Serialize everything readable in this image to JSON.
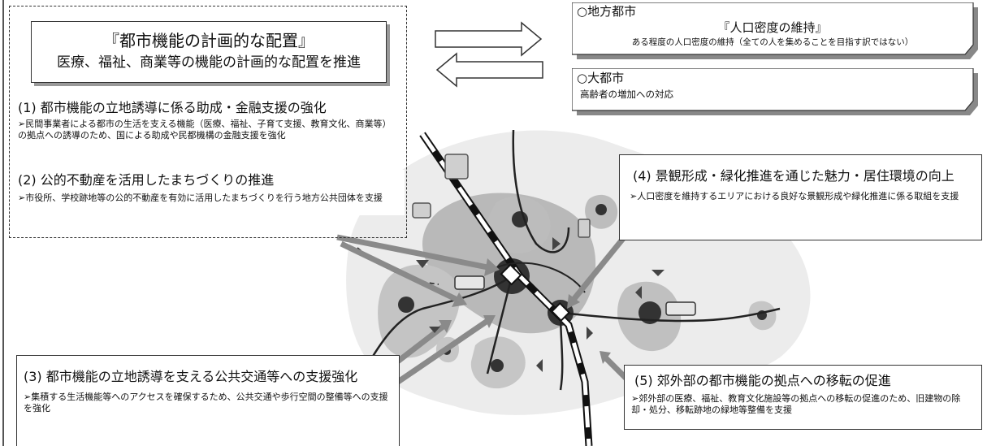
{
  "main_box": {
    "title": "『都市機能の計画的な配置』",
    "subtitle": "医療、福祉、商業等の機能の計画的な配置を推進"
  },
  "regional_city": {
    "heading": "○地方都市",
    "subtitle": "『人口密度の維持』",
    "note": "ある程度の人口密度の維持（全ての人を集めることを目指す訳ではない）"
  },
  "big_city": {
    "heading": "○大都市",
    "note": "高齢者の増加への対応"
  },
  "items": [
    {
      "title": "(1) 都市機能の立地誘導に係る助成・金融支援の強化",
      "body": "➢民間事業者による都市の生活を支える機能（医療、福祉、子育て支援、教育文化、商業等）の拠点への誘導のため、国による助成や民都機構の金融支援を強化"
    },
    {
      "title": "(2) 公的不動産を活用したまちづくりの推進",
      "body": "➢市役所、学校跡地等の公的不動産を有効に活用したまちづくりを行う地方公共団体を支援"
    },
    {
      "title": "(3) 都市機能の立地誘導を支える公共交通等への支援強化",
      "body": "➢集積する生活機能等へのアクセスを確保するため、公共交通や歩行空間の整備等への支援を強化"
    },
    {
      "title": "(4) 景観形成・緑化推進を通じた魅力・居住環境の向上",
      "body": "➢人口密度を維持するエリアにおける良好な景観形成や緑化推進に係る取組を支援"
    },
    {
      "title": "(5) 郊外部の都市機能の拠点への移転の促進",
      "body": "➢郊外部の医療、福祉、教育文化施設等の拠点への移転の促進のため、旧建物の除却・処分、移転跡地の緑地等整備を支援"
    }
  ]
}
